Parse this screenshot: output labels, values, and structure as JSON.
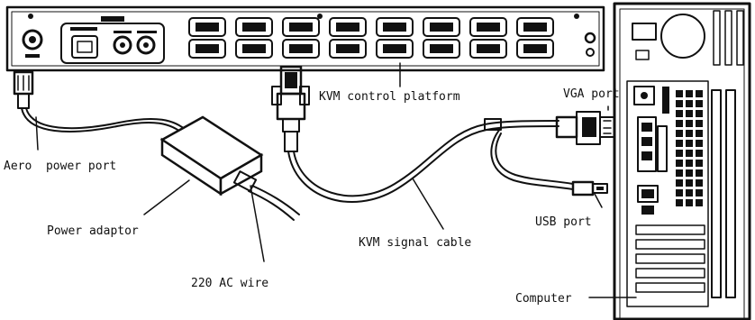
{
  "labels": {
    "kvm_platform": "KVM control platform",
    "vga_port": "VGA port",
    "aero_power_port": "Aero  power port",
    "usb_port": "USB port",
    "power_adaptor": "Power adaptor",
    "kvm_signal_cable": "KVM signal cable",
    "ac_wire": "220 AC wire",
    "computer": "Computer"
  }
}
